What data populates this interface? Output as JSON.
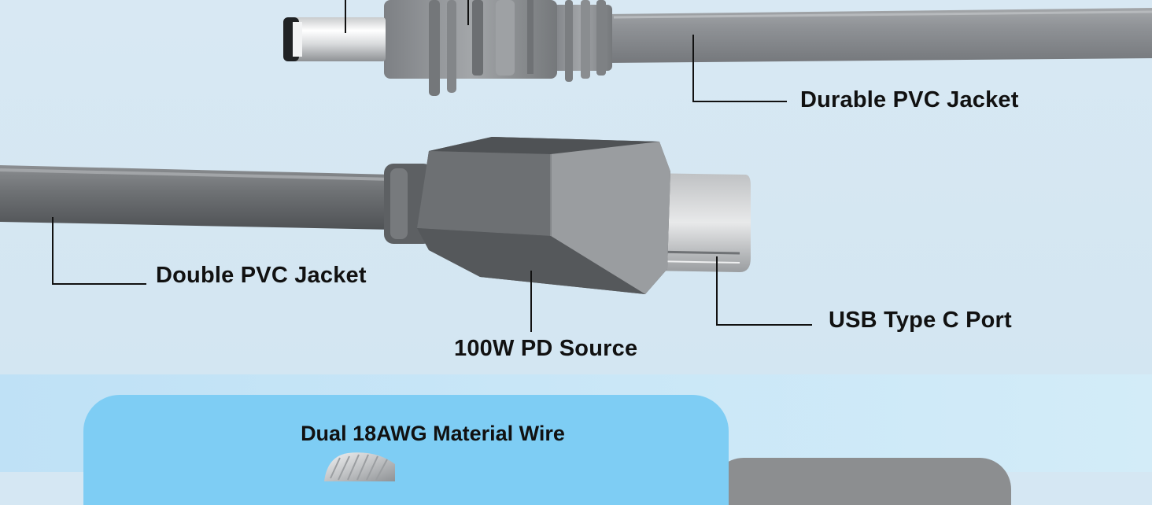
{
  "labels": {
    "durable_pvc": "Durable PVC Jacket",
    "double_pvc": "Double PVC Jacket",
    "pd_source": "100W PD Source",
    "usb_c": "USB Type C Port"
  },
  "feature_panel": {
    "title": "Dual 18AWG Material Wire"
  },
  "colors": {
    "background_top": "#d5e7f3",
    "background_bottom": "#c4e3f5",
    "panel": "#7ecdf4",
    "cable_gray": "#8d9094",
    "connector_dark": "#6e7174",
    "text": "#111111"
  },
  "icons": [
    "dc-barrel-plug-image",
    "usb-c-connector-image",
    "braided-wire-image"
  ]
}
